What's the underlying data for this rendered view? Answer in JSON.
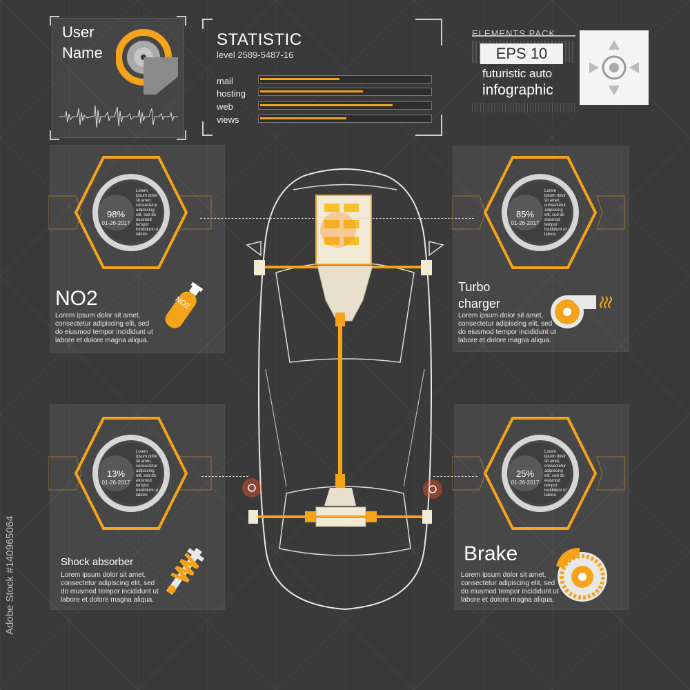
{
  "user": {
    "line1": "User",
    "line2": "Name"
  },
  "statistic": {
    "title": "STATISTIC",
    "level": "level 2589-5487-16",
    "rows": [
      {
        "label": "mail",
        "value": 0.48
      },
      {
        "label": "hosting",
        "value": 0.62
      },
      {
        "label": "web",
        "value": 0.8
      },
      {
        "label": "views",
        "value": 0.52
      }
    ]
  },
  "pack": {
    "header": "ELEMENTS PACK",
    "eps": "EPS 10",
    "line1": "futuristic auto",
    "line2": "infographic"
  },
  "colors": {
    "accent": "#f5a31a",
    "background": "#3a3a3a",
    "panel": "#474747",
    "line": "#d8d8d8"
  },
  "panels": {
    "no2": {
      "title": "NO2",
      "desc": "Lorem ipsum dolor sit amet, consectetur adipiscing elit, sed do eiusmod tempor incididunt ut labore et dolore magna aliqua.",
      "percent": "98%",
      "date": "01-26-2017",
      "lorem": "Lorem ipsum dolor sit amet, consectetur adipiscing elit, sed do eiusmod tempor incididunt ut labore",
      "icon": "gas-cylinder-icon",
      "icon_label": "NO2"
    },
    "turbo": {
      "title1": "Turbo",
      "title2": "charger",
      "desc": "Lorem ipsum dolor sit amet, consectetur adipiscing elit, sed do eiusmod tempor incididunt ut labore et dolore magna aliqua.",
      "percent": "85%",
      "date": "01-26-2017",
      "lorem": "Lorem ipsum dolor sit amet, consectetur adipiscing elit, sed do eiusmod tempor incididunt ut labore",
      "icon": "turbocharger-icon"
    },
    "shock": {
      "title": "Shock absorber",
      "desc": "Lorem ipsum dolor sit amet, consectetur adipiscing elit, sed do eiusmod tempor incididunt ut labore et dolore magna aliqua.",
      "percent": "13%",
      "date": "01-26-2017",
      "lorem": "Lorem ipsum dolor sit amet, consectetur adipiscing elit, sed do eiusmod tempor incididunt ut labore",
      "icon": "shock-absorber-icon"
    },
    "brake": {
      "title": "Brake",
      "desc": "Lorem ipsum dolor sit amet, consectetur adipiscing elit, sed do eiusmod tempor incididunt ut labore et dolore magna aliqua.",
      "percent": "25%",
      "date": "01-26-2017",
      "lorem": "Lorem ipsum dolor sit amet, consectetur adipiscing elit, sed do eiusmod tempor incididunt ut labore",
      "icon": "brake-disc-icon"
    }
  },
  "watermark": {
    "text": "Adobe Stock",
    "id": "#140965064"
  }
}
